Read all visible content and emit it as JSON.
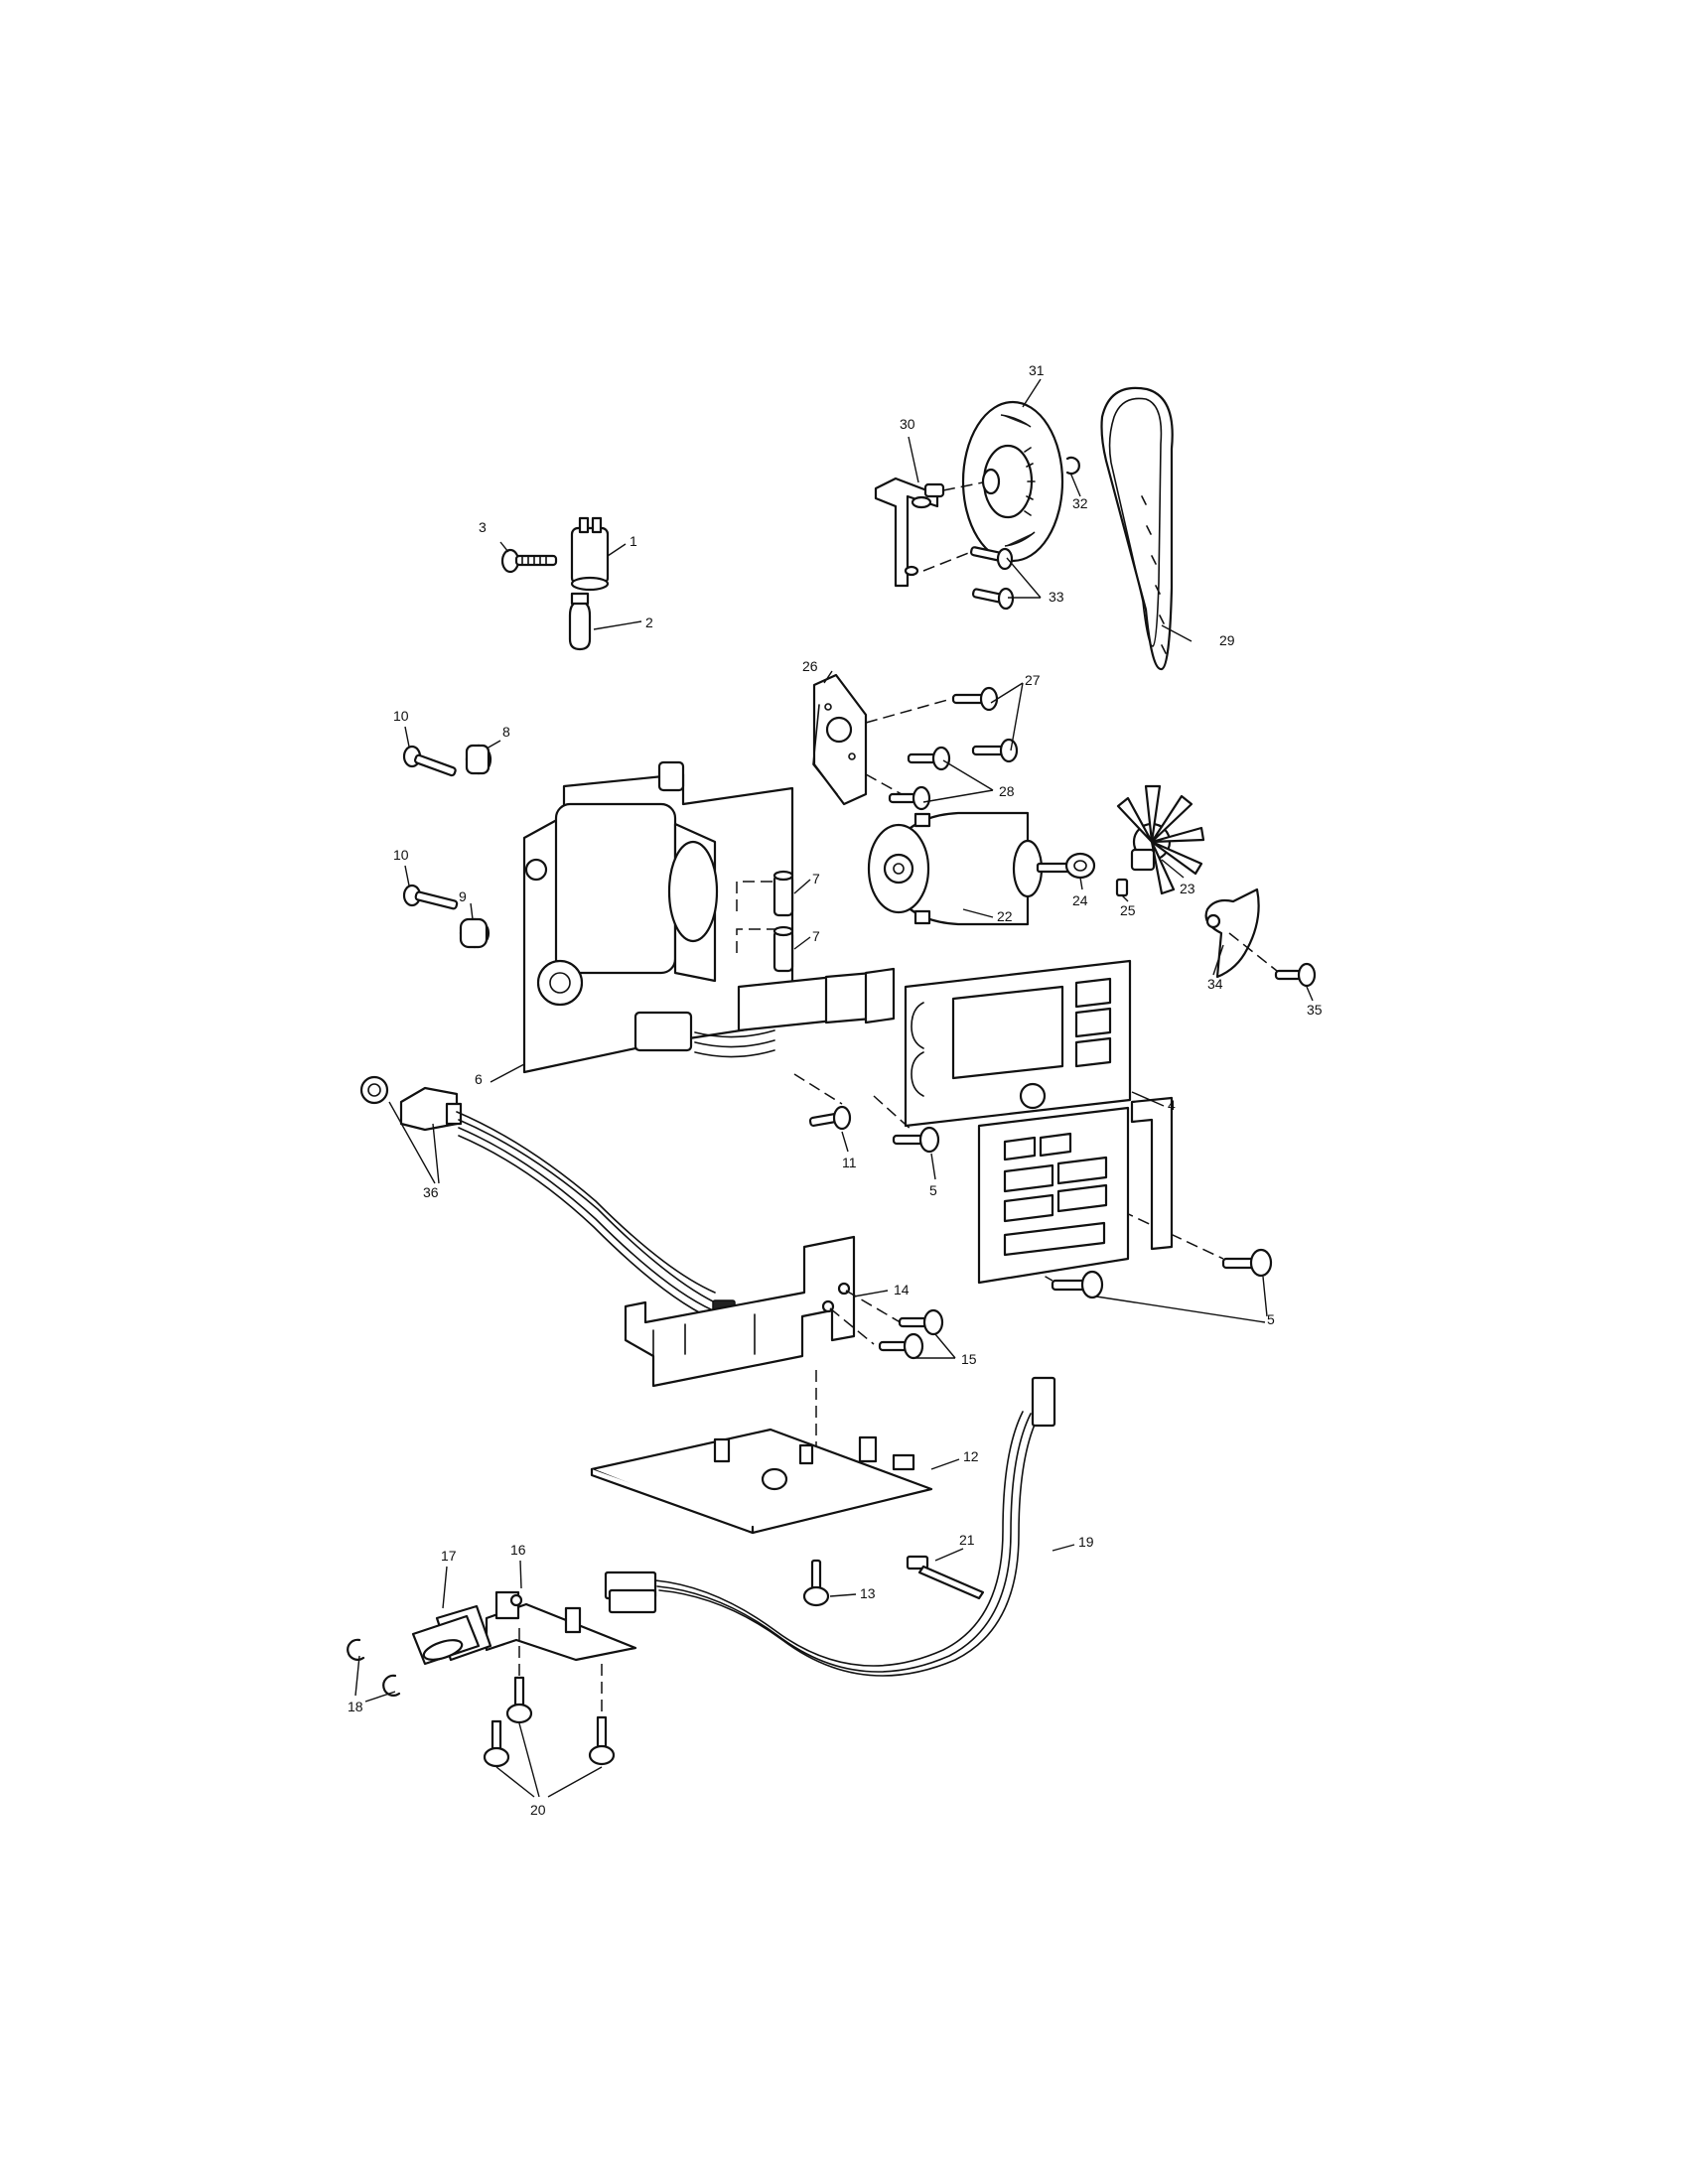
{
  "labels": [
    {
      "id": "p1",
      "text": "1"
    },
    {
      "id": "p2",
      "text": "2"
    },
    {
      "id": "p3",
      "text": "3"
    },
    {
      "id": "p4",
      "text": "4"
    },
    {
      "id": "p5a",
      "text": "5"
    },
    {
      "id": "p5b",
      "text": "5"
    },
    {
      "id": "p6",
      "text": "6"
    },
    {
      "id": "p7a",
      "text": "7"
    },
    {
      "id": "p7b",
      "text": "7"
    },
    {
      "id": "p8",
      "text": "8"
    },
    {
      "id": "p9",
      "text": "9"
    },
    {
      "id": "p10a",
      "text": "10"
    },
    {
      "id": "p10b",
      "text": "10"
    },
    {
      "id": "p11",
      "text": "11"
    },
    {
      "id": "p12",
      "text": "12"
    },
    {
      "id": "p13",
      "text": "13"
    },
    {
      "id": "p14",
      "text": "14"
    },
    {
      "id": "p15",
      "text": "15"
    },
    {
      "id": "p16",
      "text": "16"
    },
    {
      "id": "p17",
      "text": "17"
    },
    {
      "id": "p18",
      "text": "18"
    },
    {
      "id": "p19",
      "text": "19"
    },
    {
      "id": "p20",
      "text": "20"
    },
    {
      "id": "p21",
      "text": "21"
    },
    {
      "id": "p22",
      "text": "22"
    },
    {
      "id": "p23",
      "text": "23"
    },
    {
      "id": "p24",
      "text": "24"
    },
    {
      "id": "p25",
      "text": "25"
    },
    {
      "id": "p26",
      "text": "26"
    },
    {
      "id": "p27",
      "text": "27"
    },
    {
      "id": "p28",
      "text": "28"
    },
    {
      "id": "p29",
      "text": "29"
    },
    {
      "id": "p30",
      "text": "30"
    },
    {
      "id": "p31",
      "text": "31"
    },
    {
      "id": "p32",
      "text": "32"
    },
    {
      "id": "p33",
      "text": "33"
    },
    {
      "id": "p34",
      "text": "34"
    },
    {
      "id": "p35",
      "text": "35"
    },
    {
      "id": "p36",
      "text": "36"
    }
  ]
}
